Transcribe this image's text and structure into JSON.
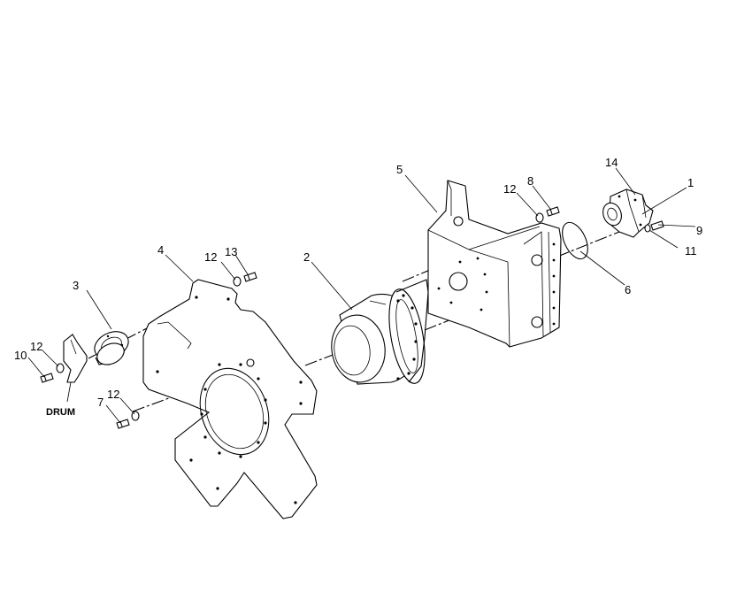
{
  "labels": {
    "drum": "DRUM",
    "callouts": [
      "1",
      "2",
      "3",
      "4",
      "5",
      "6",
      "7",
      "8",
      "9",
      "10",
      "11",
      "12",
      "12",
      "12",
      "12",
      "13",
      "14"
    ]
  }
}
